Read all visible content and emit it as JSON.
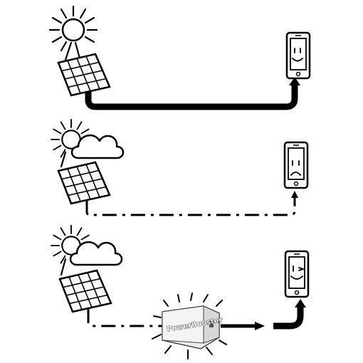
{
  "device": {
    "label": "PowerBooster"
  },
  "scenes": [
    {
      "weather": "sunny",
      "face": "happy",
      "connection": "strong"
    },
    {
      "weather": "cloudy",
      "face": "sad",
      "connection": "weak"
    },
    {
      "weather": "cloudy",
      "face": "happy-wink",
      "connection": "boosted"
    }
  ],
  "colors": {
    "line": "#000000",
    "background": "#ffffff",
    "device_body": "#f2f2f2"
  },
  "icons": [
    "sun-icon",
    "cloud-icon",
    "solar-panel-icon",
    "smartphone-icon",
    "power-booster-device-icon",
    "arrow-up-icon",
    "arrow-right-icon"
  ]
}
